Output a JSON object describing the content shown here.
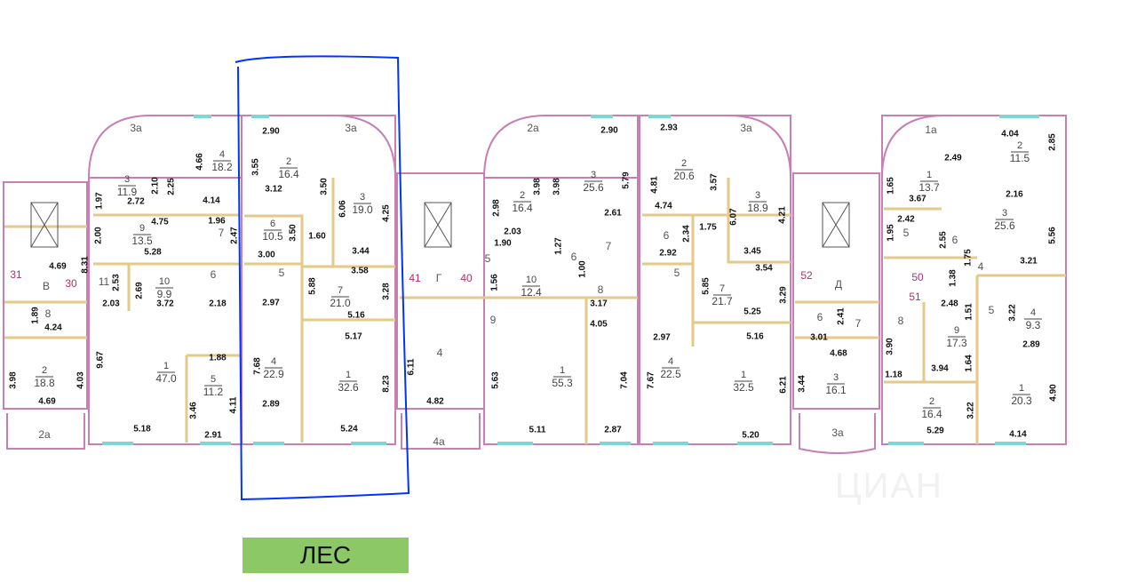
{
  "colors": {
    "outer_wall": "#c77fb4",
    "inner_wall": "#e3c98a",
    "window": "#7fd6d6",
    "marker": "#0033ff",
    "forest": "#8cc865"
  },
  "forest_label": "ЛЕС",
  "watermark": "ЦИАН",
  "rooms": [
    {
      "num": "3",
      "area": "11.9"
    },
    {
      "num": "4",
      "area": "18.2"
    },
    {
      "num": "9",
      "area": "13.5"
    },
    {
      "num": "10",
      "area": "9.9"
    },
    {
      "num": "1",
      "area": "47.0"
    },
    {
      "num": "5",
      "area": "11.2"
    },
    {
      "num": "2",
      "area": "18.8"
    },
    {
      "num": "2",
      "area": "16.4"
    },
    {
      "num": "3",
      "area": "19.0"
    },
    {
      "num": "6",
      "area": "10.5"
    },
    {
      "num": "7",
      "area": "21.0"
    },
    {
      "num": "4",
      "area": "22.9"
    },
    {
      "num": "1",
      "area": "32.6"
    },
    {
      "num": "2",
      "area": "16.4"
    },
    {
      "num": "3",
      "area": "25.6"
    },
    {
      "num": "10",
      "area": "12.4"
    },
    {
      "num": "1",
      "area": "55.3"
    },
    {
      "num": "2",
      "area": "20.6"
    },
    {
      "num": "3",
      "area": "18.9"
    },
    {
      "num": "7",
      "area": "21.7"
    },
    {
      "num": "4",
      "area": "22.5"
    },
    {
      "num": "1",
      "area": "32.5"
    },
    {
      "num": "1",
      "area": "13.7"
    },
    {
      "num": "2",
      "area": "11.5"
    },
    {
      "num": "3",
      "area": "25.6"
    },
    {
      "num": "9",
      "area": "17.3"
    },
    {
      "num": "4",
      "area": "9.3"
    },
    {
      "num": "3",
      "area": "16.1"
    },
    {
      "num": "2",
      "area": "16.4"
    },
    {
      "num": "1",
      "area": "20.3"
    }
  ],
  "labels": [
    "3a",
    "3a",
    "2a",
    "11",
    "6",
    "7",
    "5",
    "8",
    "В",
    "31",
    "30",
    "41",
    "Г",
    "40",
    "4",
    "4a",
    "2a",
    "5",
    "6",
    "7",
    "8",
    "9",
    "6",
    "5",
    "3a",
    "1a",
    "5",
    "6",
    "4",
    "52",
    "Д",
    "50",
    "51",
    "6",
    "7",
    "8",
    "5",
    "3a"
  ],
  "dimensions": [
    "2.90",
    "3.55",
    "4.66",
    "2.10",
    "2.25",
    "1.97",
    "2.72",
    "4.14",
    "3.12",
    "3.50",
    "6.06",
    "4.25",
    "4.75",
    "1.96",
    "2.47",
    "3.50",
    "1.60",
    "3.44",
    "2.00",
    "5.28",
    "3.00",
    "4.69",
    "8.31",
    "3.58",
    "2.53",
    "2.69",
    "2.03",
    "3.72",
    "2.18",
    "2.97",
    "5.88",
    "3.28",
    "5.16",
    "1.89",
    "4.24",
    "5.17",
    "9.67",
    "1.88",
    "7.68",
    "3.98",
    "4.03",
    "8.23",
    "2.89",
    "3.46",
    "4.11",
    "4.69",
    "5.18",
    "2.91",
    "5.24",
    "2.90",
    "2.93",
    "5.79",
    "3.98",
    "3.98",
    "2.98",
    "4.81",
    "3.57",
    "4.74",
    "2.61",
    "6.07",
    "4.21",
    "2.03",
    "1.90",
    "1.75",
    "2.34",
    "1.27",
    "3.45",
    "2.92",
    "3.54",
    "1.00",
    "1.56",
    "5.85",
    "3.29",
    "3.17",
    "5.25",
    "4.05",
    "2.97",
    "5.16",
    "6.11",
    "5.63",
    "7.04",
    "7.67",
    "6.21",
    "4.82",
    "5.11",
    "2.87",
    "5.20",
    "4.04",
    "2.85",
    "2.49",
    "1.65",
    "3.67",
    "2.16",
    "2.42",
    "1.95",
    "2.55",
    "1.75",
    "5.56",
    "3.21",
    "1.38",
    "2.48",
    "1.51",
    "3.22",
    "2.41",
    "3.01",
    "2.89",
    "4.68",
    "3.90",
    "1.64",
    "3.94",
    "1.18",
    "3.44",
    "4.90",
    "3.22",
    "5.29",
    "4.14"
  ]
}
